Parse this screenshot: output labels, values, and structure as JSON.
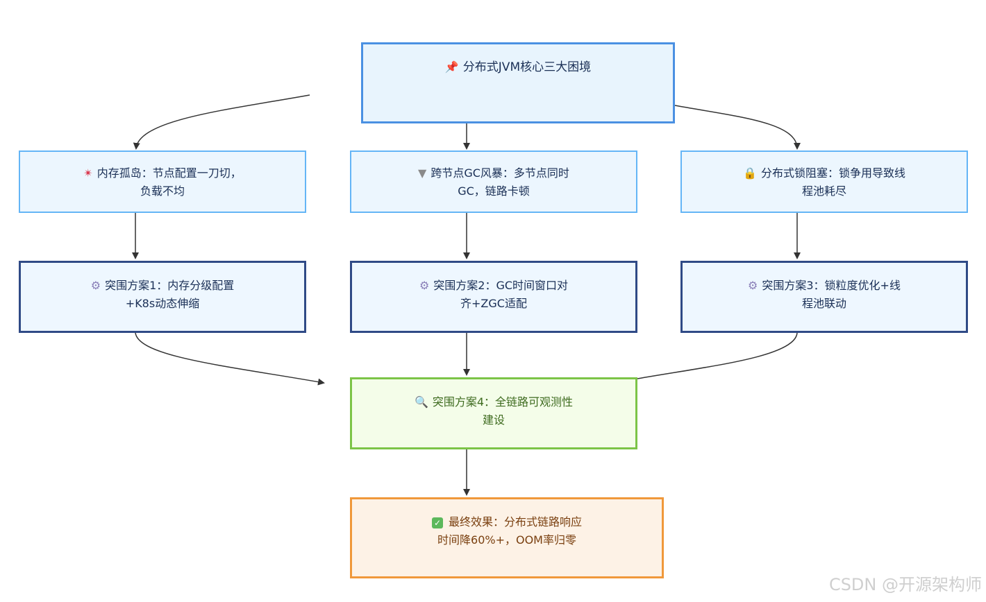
{
  "nodes": {
    "root": {
      "icon": "pushpin-icon",
      "lines": [
        "分布式JVM核心三大困境"
      ]
    },
    "problem1": {
      "icon": "collision-icon",
      "lines": [
        "内存孤岛：节点配置一刀切，",
        "负载不均"
      ]
    },
    "problem2": {
      "icon": "funnel-icon",
      "lines": [
        "跨节点GC风暴：多节点同时",
        "GC，链路卡顿"
      ]
    },
    "problem3": {
      "icon": "lock-icon",
      "lines": [
        "分布式锁阻塞：锁争用导致线",
        "程池耗尽"
      ]
    },
    "solution1": {
      "icon": "gear-icon",
      "lines": [
        "突围方案1：内存分级配置",
        "+K8s动态伸缩"
      ]
    },
    "solution2": {
      "icon": "gear-icon",
      "lines": [
        "突围方案2：GC时间窗口对",
        "齐+ZGC适配"
      ]
    },
    "solution3": {
      "icon": "gear-icon",
      "lines": [
        "突围方案3：锁粒度优化+线",
        "程池联动"
      ]
    },
    "solution4": {
      "icon": "magnifier-icon",
      "lines": [
        "突围方案4：全链路可观测性",
        "建设"
      ]
    },
    "final": {
      "icon": "check-icon",
      "lines": [
        "最终效果：分布式链路响应",
        "时间降60%+，OOM率归零"
      ]
    }
  },
  "colors": {
    "edge": "#333333",
    "root_border": "#4a90e2",
    "problem_border": "#64b5f6",
    "solution_border": "#2f4a86",
    "observe_border": "#7cc447",
    "final_border": "#f0983a"
  },
  "watermark": "CSDN @开源架构师"
}
